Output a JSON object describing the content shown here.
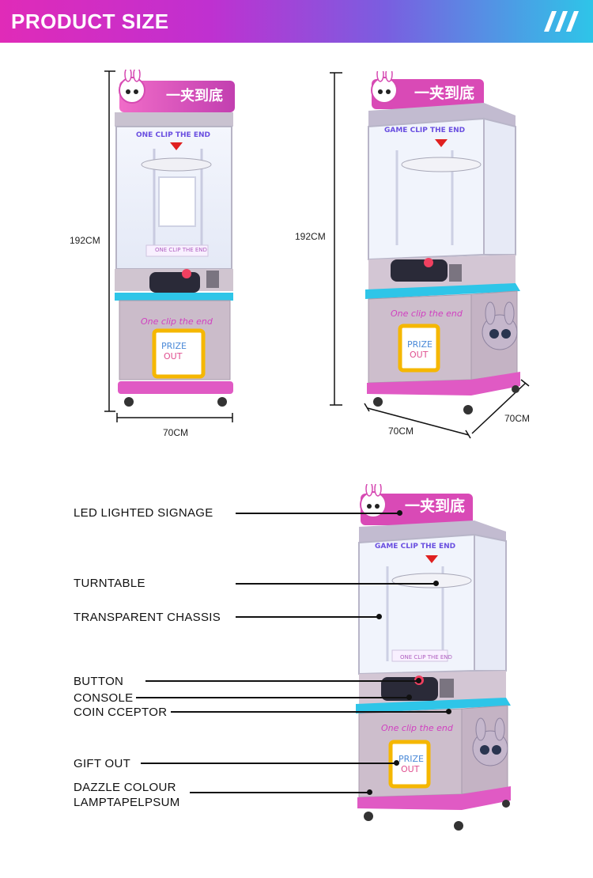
{
  "header": {
    "title": "PRODUCT SIZE",
    "logo_icon": "triple-slash-logo"
  },
  "front_view": {
    "height_label": "192CM",
    "width_label": "70CM"
  },
  "angle_view": {
    "height_label": "192CM",
    "width_label": "70CM",
    "depth_label": "70CM"
  },
  "machine": {
    "sign_text": "一夹到底",
    "top_banner": "GAME CLIP THE END",
    "top_banner_front": "ONE CLIP THE END",
    "inner_banner": "ONE CLIP THE END",
    "cabinet_script": "One clip the end",
    "prize_line1": "PRIZE",
    "prize_line2": "OUT"
  },
  "parts": [
    {
      "label": "LED LIGHTED SIGNAGE"
    },
    {
      "label": "TURNTABLE"
    },
    {
      "label": "TRANSPARENT CHASSIS"
    },
    {
      "label": "BUTTON"
    },
    {
      "label": "CONSOLE"
    },
    {
      "label": "COIN CCEPTOR"
    },
    {
      "label": "GIFT OUT"
    },
    {
      "label": "DAZZLE COLOUR"
    },
    {
      "label": "LAMPTAPELPSUM"
    }
  ],
  "colors": {
    "pink": "#e03fb0",
    "cyan": "#2ec5e8",
    "glass": "#eef2fb",
    "cabinet": "#c7b8c6",
    "prize_glow": "#f5b700"
  }
}
